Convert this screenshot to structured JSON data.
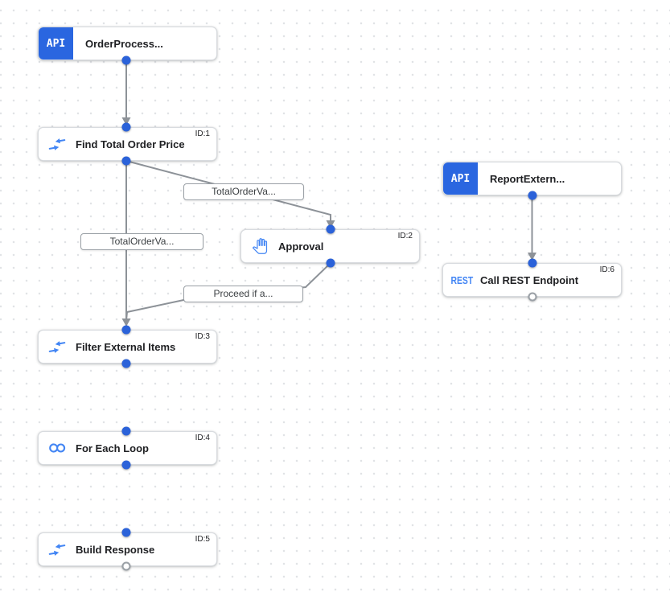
{
  "colors": {
    "accent_blue": "#2a66e0",
    "icon_blue": "#4285f4",
    "port_blue": "#2b62d9",
    "edge_gray": "#8d9298",
    "node_border": "#d8dbdf",
    "grid_dot": "#e1e3e6"
  },
  "nodes": {
    "order_process": {
      "badge": "API",
      "title": "OrderProcess..."
    },
    "find_total_order_price": {
      "id": "ID:1",
      "title": "Find Total Order Price",
      "icon": "data-mapping-icon"
    },
    "report_external": {
      "badge": "API",
      "title": "ReportExtern..."
    },
    "approval": {
      "id": "ID:2",
      "title": "Approval",
      "icon": "hand-icon"
    },
    "call_rest_endpoint": {
      "id": "ID:6",
      "title": "Call REST Endpoint",
      "icon": "rest-icon",
      "icon_text": "REST"
    },
    "filter_external_items": {
      "id": "ID:3",
      "title": "Filter External Items",
      "icon": "data-mapping-icon"
    },
    "for_each_loop": {
      "id": "ID:4",
      "title": "For Each Loop",
      "icon": "loop-icon"
    },
    "build_response": {
      "id": "ID:5",
      "title": "Build Response",
      "icon": "data-mapping-icon"
    }
  },
  "edge_labels": {
    "find_total_to_approval": "TotalOrderVa...",
    "find_total_to_filter": "TotalOrderVa...",
    "approval_to_filter": "Proceed if a..."
  }
}
